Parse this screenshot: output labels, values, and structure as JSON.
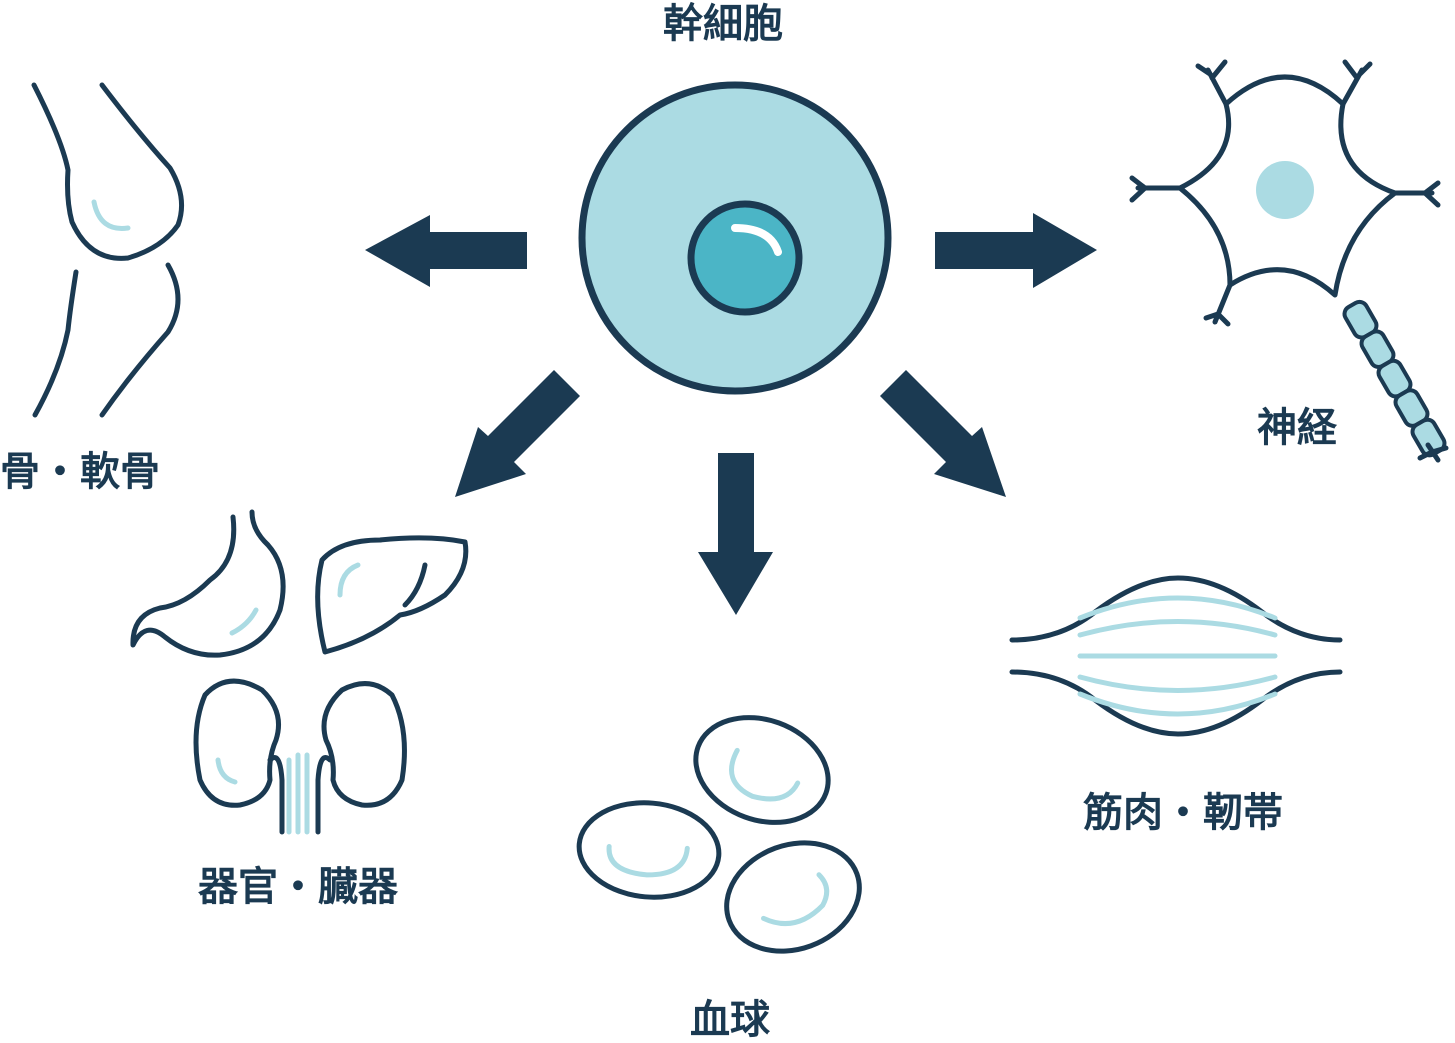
{
  "labels": {
    "stem_cell": "幹細胞",
    "bone": "骨・軟骨",
    "nerve": "神経",
    "organ": "器官・臓器",
    "blood": "血球",
    "muscle": "筋肉・靭帯"
  },
  "colors": {
    "dark": "#1b3a52",
    "light": "#abdbe3",
    "nucleus": "#4bb5c6",
    "background": "#ffffff"
  }
}
